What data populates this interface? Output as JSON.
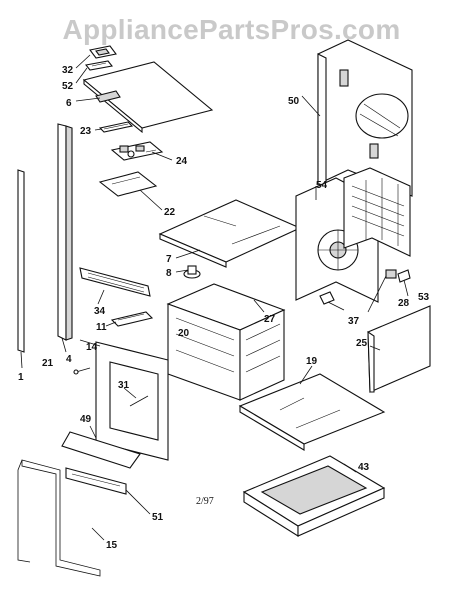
{
  "watermark": "AppliancePartsPros.com",
  "diagram_code": "2/97",
  "callouts": {
    "c32": "32",
    "c52": "52",
    "c6": "6",
    "c23": "23",
    "c24": "24",
    "c22": "22",
    "c50": "50",
    "c54": "54",
    "c7": "7",
    "c8": "8",
    "c34": "34",
    "c20": "20",
    "c11": "11",
    "c27": "27",
    "c28": "28",
    "c53": "53",
    "c37": "37",
    "c14": "14",
    "c4": "4",
    "c21": "21",
    "c1": "1",
    "c25": "25",
    "c31": "31",
    "c19": "19",
    "c49": "49",
    "c43": "43",
    "c51": "51",
    "c15": "15"
  },
  "colors": {
    "line": "#111111",
    "shade": "#d6d6d6",
    "watermark": "#c9c9c9"
  }
}
